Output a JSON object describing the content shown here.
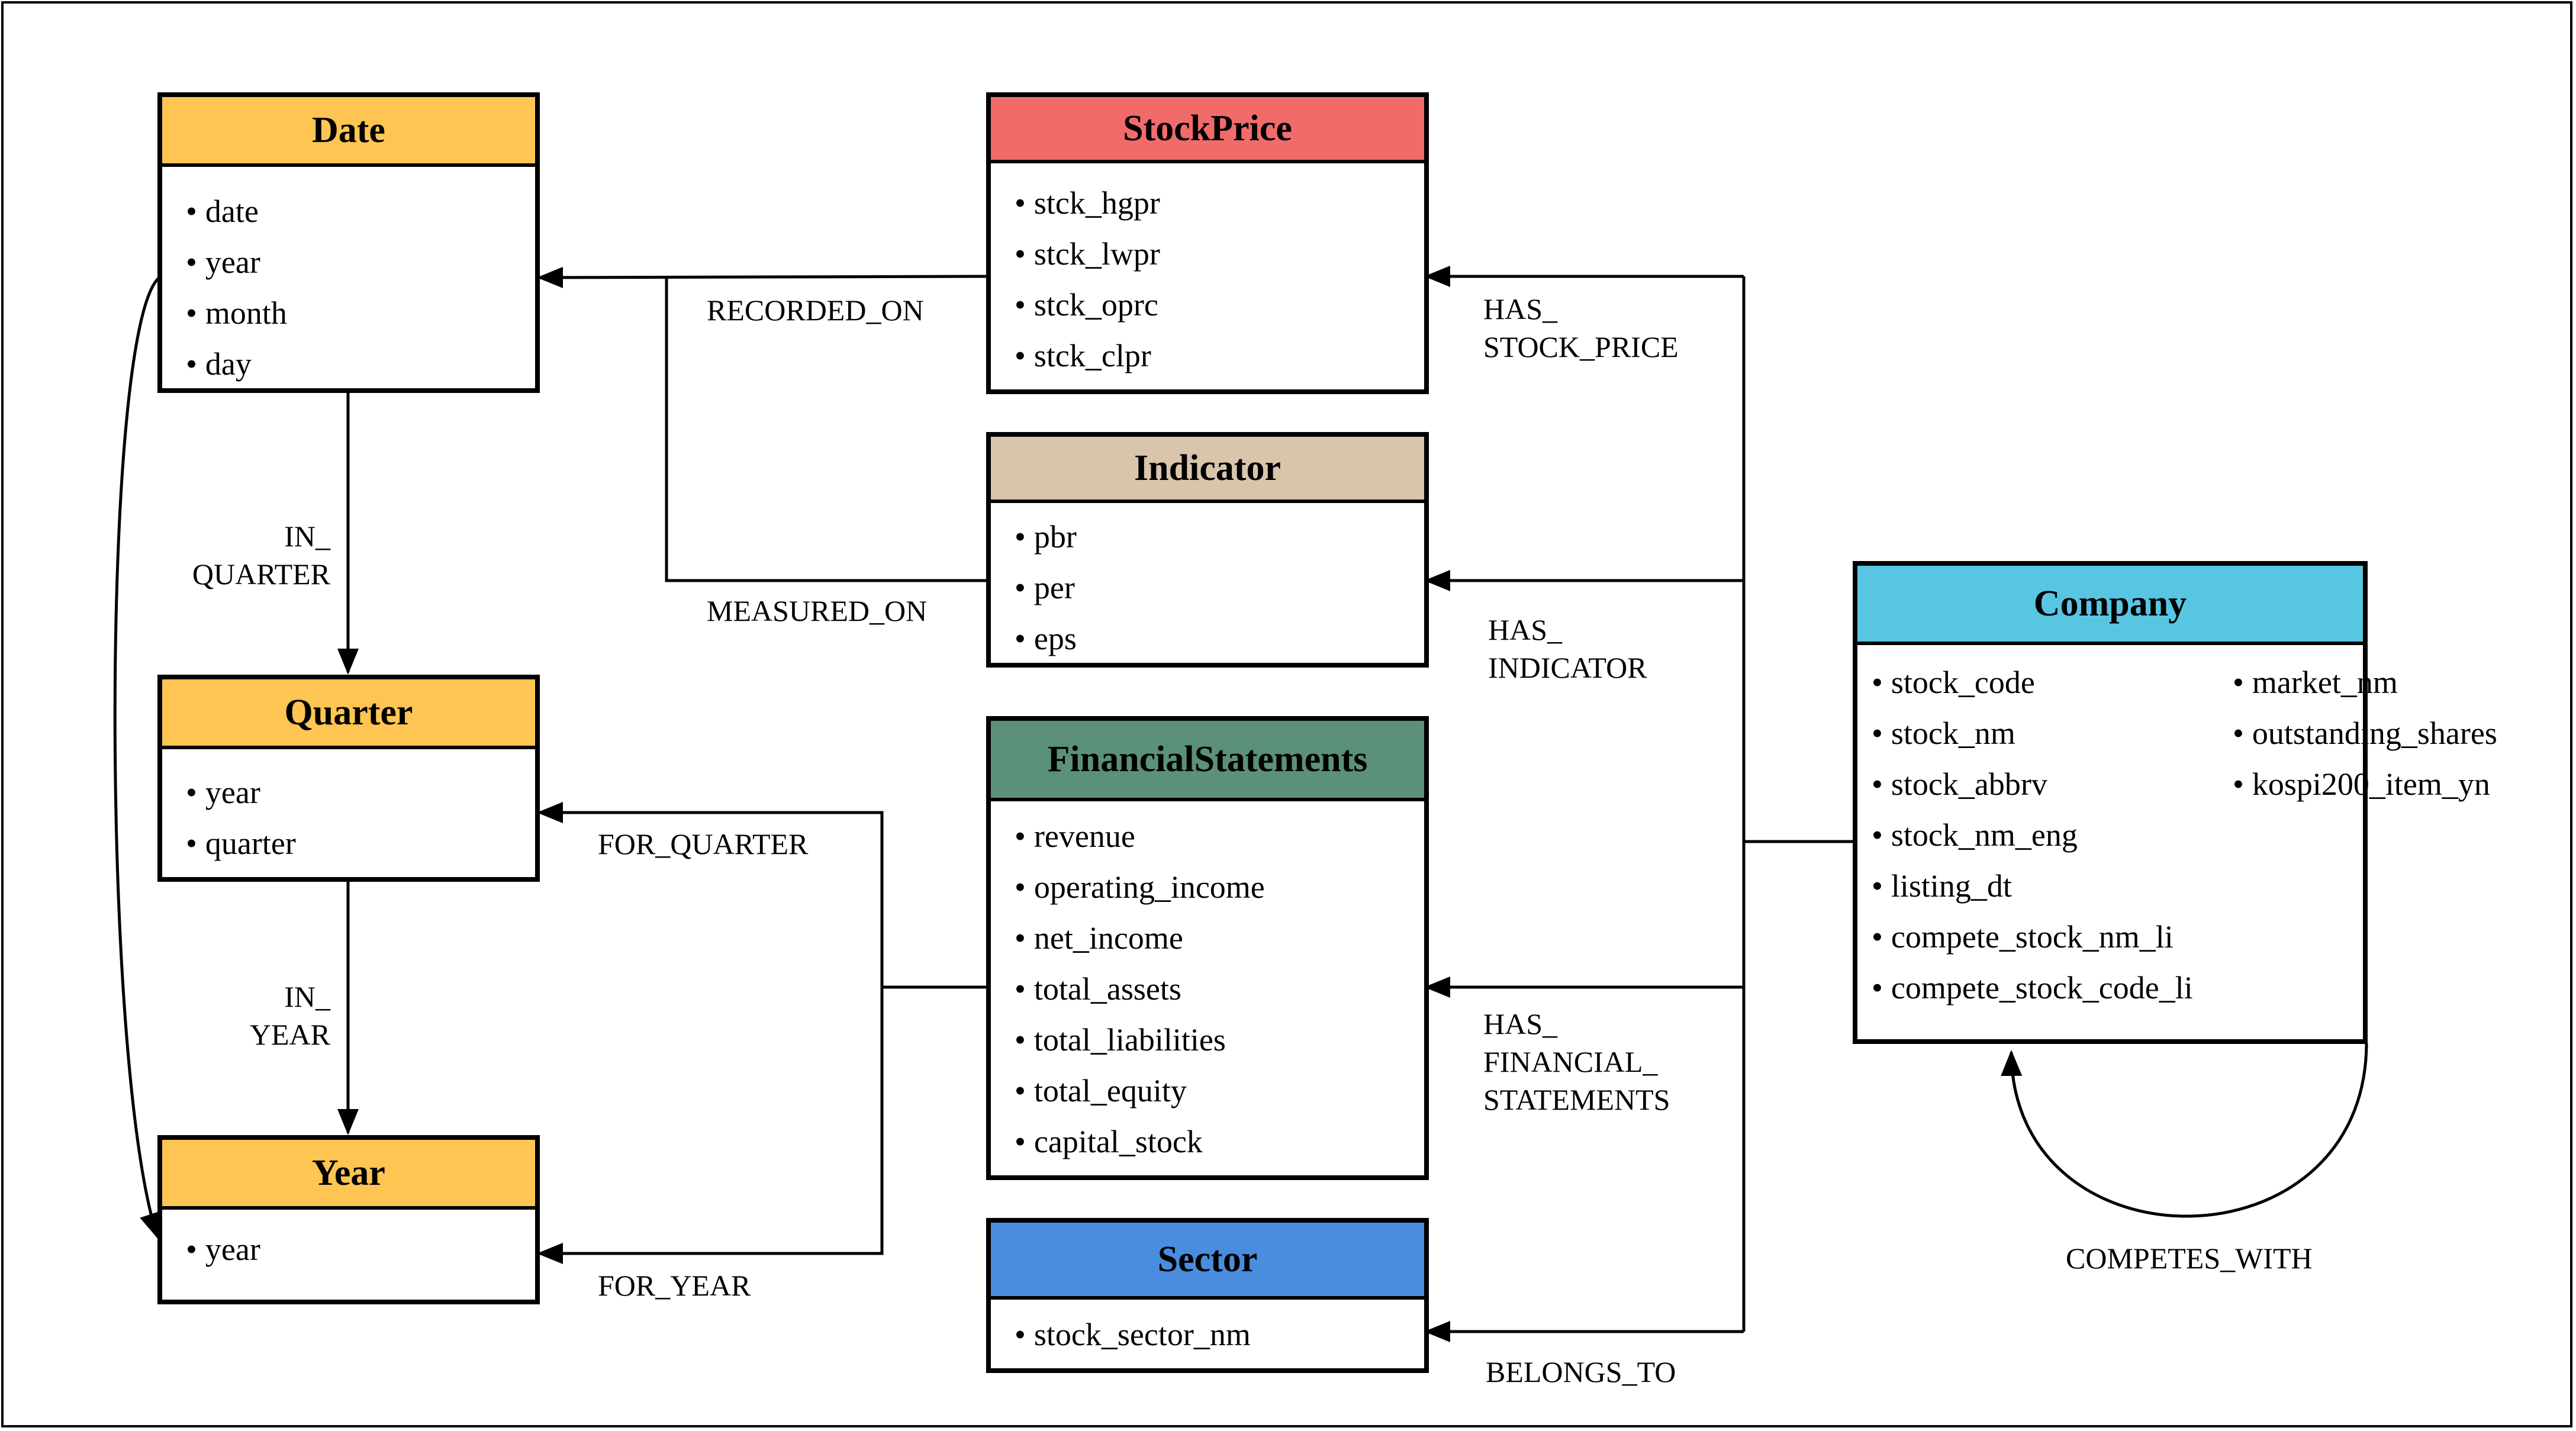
{
  "entities": {
    "date": {
      "title": "Date",
      "color": "#FFC552",
      "attributes": [
        "date",
        "year",
        "month",
        "day"
      ]
    },
    "quarter": {
      "title": "Quarter",
      "color": "#FFC552",
      "attributes": [
        "year",
        "quarter"
      ]
    },
    "year": {
      "title": "Year",
      "color": "#FFC552",
      "attributes": [
        "year"
      ]
    },
    "stockprice": {
      "title": "StockPrice",
      "color": "#F26B6B",
      "attributes": [
        "stck_hgpr",
        "stck_lwpr",
        "stck_oprc",
        "stck_clpr"
      ]
    },
    "indicator": {
      "title": "Indicator",
      "color": "#D9C5AC",
      "attributes": [
        "pbr",
        "per",
        "eps"
      ]
    },
    "financial": {
      "title": "FinancialStatements",
      "color": "#5A9178",
      "attributes": [
        "revenue",
        "operating_income",
        "net_income",
        "total_assets",
        "total_liabilities",
        "total_equity",
        "capital_stock"
      ]
    },
    "sector": {
      "title": "Sector",
      "color": "#4A8CDE",
      "attributes": [
        "stock_sector_nm"
      ]
    },
    "company": {
      "title": "Company",
      "color": "#58C6E2",
      "attributes_left": [
        "stock_code",
        "stock_nm",
        "stock_abbrv",
        "stock_nm_eng",
        "listing_dt",
        "compete_stock_nm_li",
        "compete_stock_code_li"
      ],
      "attributes_right": [
        "market_nm",
        "outstanding_shares",
        "kospi200_item_yn"
      ]
    }
  },
  "relationships": {
    "recorded_on": [
      "RECORDED_ON"
    ],
    "measured_on": [
      "MEASURED_ON"
    ],
    "in_quarter": [
      "IN_",
      "QUARTER"
    ],
    "in_year": [
      "IN_",
      "YEAR"
    ],
    "for_quarter": [
      "FOR_QUARTER"
    ],
    "for_year": [
      "FOR_YEAR"
    ],
    "has_stock_price": [
      "HAS_",
      "STOCK_PRICE"
    ],
    "has_indicator": [
      "HAS_",
      "INDICATOR"
    ],
    "has_financial_statements": [
      "HAS_",
      "FINANCIAL_",
      "STATEMENTS"
    ],
    "belongs_to": [
      "BELONGS_TO"
    ],
    "competes_with": [
      "COMPETES_WITH"
    ]
  }
}
